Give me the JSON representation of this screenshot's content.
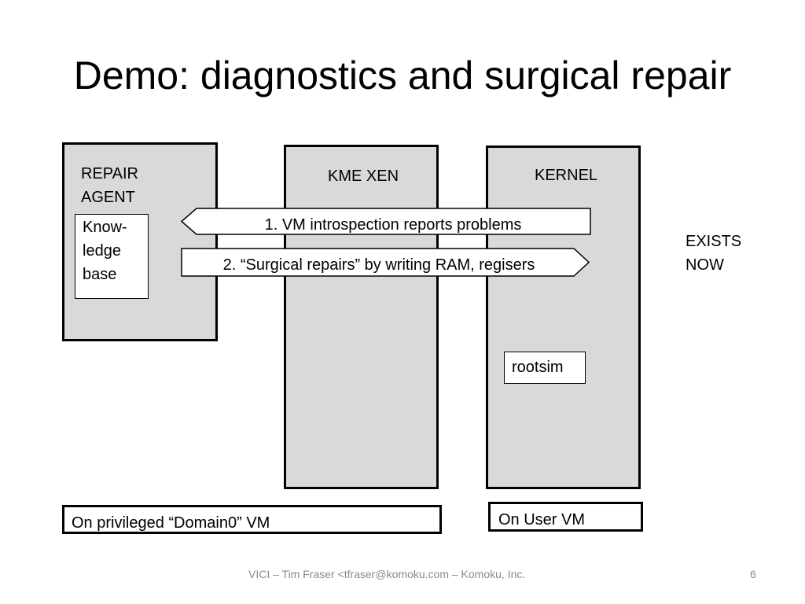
{
  "slide": {
    "title": "Demo: diagnostics and surgical repair",
    "repair_agent": {
      "label": "REPAIR\nAGENT",
      "kb_label": "Know-\nledge\nbase"
    },
    "kme_xen": {
      "label": "KME XEN"
    },
    "kernel": {
      "label": "KERNEL",
      "rootsim_label": "rootsim"
    },
    "arrow_1": {
      "label": "1.  VM introspection reports problems"
    },
    "arrow_2": {
      "label": "2.  “Surgical repairs” by writing RAM, regisers"
    },
    "exists_now": "EXISTS\nNOW",
    "domain0_caption": "On privileged “Domain0” VM",
    "user_vm_caption": "On User VM",
    "footer": "VICI – Tim Fraser <tfraser@komoku.com – Komoku, Inc.",
    "page_number": "6"
  }
}
